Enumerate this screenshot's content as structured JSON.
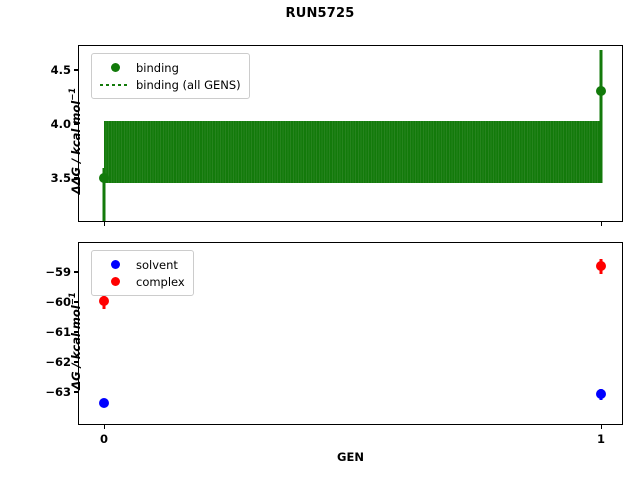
{
  "figure": {
    "title": "RUN5725",
    "xlabel": "GEN",
    "xticks": [
      "0",
      "1"
    ],
    "colors": {
      "binding": "#137a0b",
      "solvent": "#0000ff",
      "complex": "#ff0000",
      "axis": "#000000",
      "background": "#ffffff"
    }
  },
  "top_panel": {
    "ylabel_prefix": "ΔΔG / kcal mol",
    "ylabel_sup": "−1",
    "yticks": [
      "4.5",
      "4.0",
      "3.5"
    ],
    "legend": [
      {
        "label": "binding",
        "marker": "circle",
        "color": "#137a0b"
      },
      {
        "label": "binding (all GENS)",
        "marker": "dotted-line",
        "color": "#137a0b"
      }
    ]
  },
  "bottom_panel": {
    "ylabel_prefix": "ΔG / kcal mol",
    "ylabel_sup": "−1",
    "yticks": [
      "−59",
      "−60",
      "−61",
      "−62",
      "−63"
    ],
    "legend": [
      {
        "label": "solvent",
        "marker": "circle",
        "color": "#0000ff"
      },
      {
        "label": "complex",
        "marker": "circle",
        "color": "#ff0000"
      }
    ]
  },
  "chart_data": [
    {
      "type": "scatter",
      "panel": "top",
      "title": "RUN5725",
      "xlabel": "",
      "ylabel": "ΔΔG / kcal mol⁻¹",
      "x": [
        0,
        1
      ],
      "xticklabels": [
        "0",
        "1"
      ],
      "xlim": [
        -0.05,
        1.05
      ],
      "ylim": [
        3.12,
        4.72
      ],
      "yticks": [
        3.5,
        4.0,
        4.5
      ],
      "grid": false,
      "legend_position": "upper left",
      "series": [
        {
          "name": "binding",
          "color": "#137a0b",
          "marker": "o",
          "values": [
            3.49,
            4.3
          ],
          "yerr_low": [
            3.17,
            3.95
          ],
          "yerr_high": [
            3.58,
            4.67
          ]
        },
        {
          "name": "binding (all GENS)",
          "color": "#137a0b",
          "linestyle": "dotted",
          "band_low": 3.45,
          "band_high": 4.02,
          "note": "dense dotted horizontal line spanning all GENS with shaded confidence band"
        }
      ]
    },
    {
      "type": "scatter",
      "panel": "bottom",
      "xlabel": "GEN",
      "ylabel": "ΔG / kcal mol⁻¹",
      "x": [
        0,
        1
      ],
      "xticklabels": [
        "0",
        "1"
      ],
      "xlim": [
        -0.05,
        1.05
      ],
      "ylim": [
        -63.72,
        -58.42
      ],
      "yticks": [
        -59,
        -60,
        -61,
        -62,
        -63
      ],
      "grid": false,
      "legend_position": "upper left",
      "series": [
        {
          "name": "solvent",
          "color": "#0000ff",
          "marker": "o",
          "values": [
            -63.35,
            -63.06
          ],
          "yerr_low": [
            -63.4,
            -63.16
          ],
          "yerr_high": [
            -63.3,
            -62.96
          ]
        },
        {
          "name": "complex",
          "color": "#ff0000",
          "marker": "o",
          "values": [
            -59.95,
            -58.79
          ],
          "yerr_low": [
            -60.17,
            -58.97
          ],
          "yerr_high": [
            -59.74,
            -58.57
          ]
        }
      ]
    }
  ]
}
